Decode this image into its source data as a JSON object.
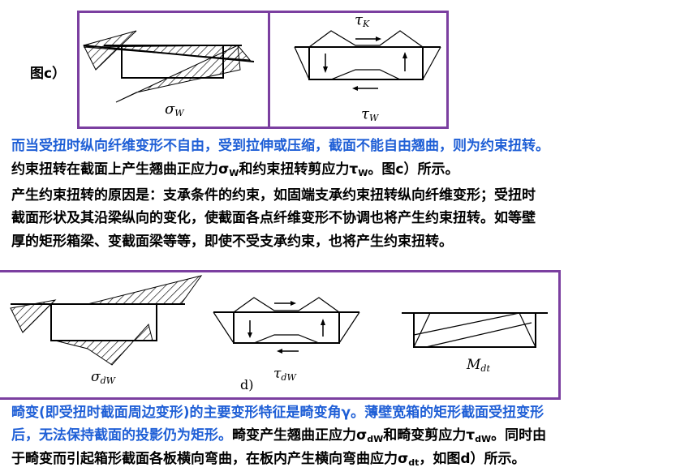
{
  "fig_c": {
    "label": "图c）",
    "sigma_w": "σ",
    "sigma_w_sub": "W",
    "tau_k": "τ",
    "tau_k_sub": "K",
    "tau_w": "τ",
    "tau_w_sub": "W"
  },
  "para1": {
    "line1": "而当受扭时纵向纤维变形不自由，受到拉伸或压缩，截面不能自由翘曲，则为约束扭转。",
    "line2_a": "约束扭转在截面上产生翘曲正应力σ",
    "line2_sub1": "W",
    "line2_b": "和约束扭转剪应力τ",
    "line2_sub2": "W",
    "line2_c": "。图c）所示。"
  },
  "para2": {
    "line1": "产生约束扭转的原因是：支承条件的约束，如固端支承约束扭转纵向纤维变形；受扭时",
    "line2": "截面形状及其沿梁纵向的变化，使截面各点纤维变形不协调也将产生约束扭转。如等壁",
    "line3": "厚的矩形箱梁、变截面梁等等，即使不受支承约束，也将产生约束扭转。"
  },
  "fig_d": {
    "sigma_dw": "σ",
    "sigma_dw_sub": "dW",
    "tau_dw": "τ",
    "tau_dw_sub": "dW",
    "m_dt": "M",
    "m_dt_sub": "dt",
    "label": "d)"
  },
  "para3": {
    "line1_blue": "畸变(即受扭时截面周边变形)的主要变形特征是畸变角γ。薄壁宽箱的矩形截面受扭变形",
    "line2_blue": "后，无法保持截面的投影仍为矩形。",
    "line2_a": "畸变产生翘曲正应力σ",
    "line2_sub1": "dW",
    "line2_b": "和畸变剪应力τ",
    "line2_sub2": "dW",
    "line2_c": "。同时由",
    "line3_a": "于畸变而引起箱形截面各板横向弯曲，在板内产生横向弯曲应力σ",
    "line3_sub": "dt",
    "line3_b": "，如图d）所示。"
  },
  "colors": {
    "frame": "#7b3fa0",
    "highlight": "#1f5fd6"
  }
}
